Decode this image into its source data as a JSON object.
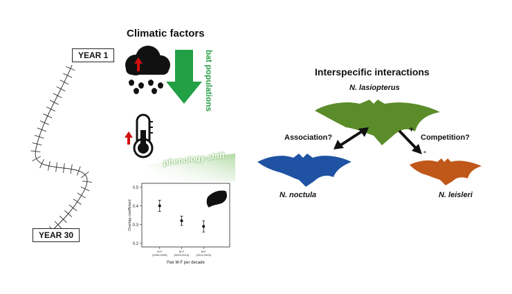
{
  "labels": {
    "climatic_title": "Climatic factors",
    "year_start": "YEAR 1",
    "year_end": "YEAR 30",
    "bat_populations": "bat populations",
    "phenology_shift": "phenology shift",
    "interactions_title": "Interspecific interactions",
    "species_center": "N. lasiopterus",
    "species_left": "N. noctula",
    "species_right": "N. leisleri",
    "association": "Association?",
    "competition": "Competition?",
    "plus_sign": "+",
    "minus_sign": "-"
  },
  "colors": {
    "bat_green": "#5b8c2a",
    "bat_blue": "#1f52a3",
    "bat_orange": "#c0581a",
    "arrow_green": "#22a045",
    "up_arrow_red": "#d01010",
    "label_green": "#2aa04a"
  },
  "icons": [
    "rain-cloud-icon",
    "thermometer-icon",
    "bat-silhouette-icon"
  ],
  "chart_data": {
    "type": "scatter",
    "title": "",
    "xlabel": "Pair M-F per decade",
    "ylabel": "Overlap coefficient",
    "categories": [
      "M-F\n(1994-2003)",
      "M-F\n(2004-2013)",
      "M-F\n(2014-2023)"
    ],
    "values": [
      0.4,
      0.32,
      0.29
    ],
    "errors": [
      0.03,
      0.025,
      0.03
    ],
    "ylim": [
      0.18,
      0.52
    ],
    "yticks": [
      "0.2",
      "0.3",
      "0.4",
      "0.5"
    ],
    "grid": false
  }
}
